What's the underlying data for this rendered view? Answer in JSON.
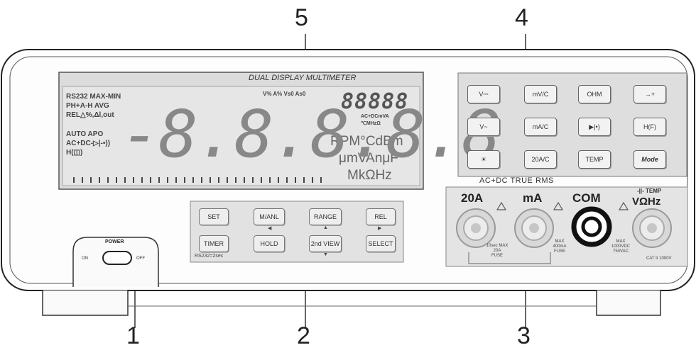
{
  "callouts": [
    "1",
    "2",
    "3",
    "4",
    "5"
  ],
  "display": {
    "title": "DUAL DISPLAY MULTIMETER",
    "left_annunciators": [
      "RS232 MAX-MIN",
      "PH+A-H AVG",
      "REL△%,Δl,out",
      "AUTO APO",
      "AC+DC-▷|-•))",
      "H(◫)"
    ],
    "top_annunciators": "V% A% Vs0 As0",
    "secondary_digits": "88888",
    "right_small": [
      "AC+DCmVA",
      "℃MHzΩ"
    ],
    "units_big": [
      "RPM°CdBm",
      "μmVAnμF",
      "MkΩHz"
    ],
    "main_digits": "-8.8.8.8.8"
  },
  "function_keys": [
    "V⎓",
    "mV/C",
    "OHM",
    "→+",
    "V~",
    "mA/C",
    "▶|•)",
    "H(F)",
    "☀",
    "20A/C",
    "TEMP",
    "Mode"
  ],
  "function_caption": "AC+DC TRUE RMS",
  "panel_keys": [
    "SET",
    "M/ANL",
    "RANGE",
    "REL",
    "TIMER",
    "HOLD",
    "2nd VIEW",
    "SELECT"
  ],
  "panel_caption": "RS232=2sec",
  "power": {
    "label": "POWER",
    "on": "ON",
    "off": "OFF"
  },
  "jacks": [
    {
      "label": "20A",
      "note": "10sec MAX\n20A\nFUSE"
    },
    {
      "label": "mA",
      "note": "MAX\n400mA\nFUSE"
    },
    {
      "label": "COM",
      "note": ""
    },
    {
      "label": "VΩHz",
      "note": "MAX\n1000VDC\n750VAC"
    }
  ],
  "jack_extra": "-||- TEMP",
  "cat_rating": "CAT II 1000V"
}
